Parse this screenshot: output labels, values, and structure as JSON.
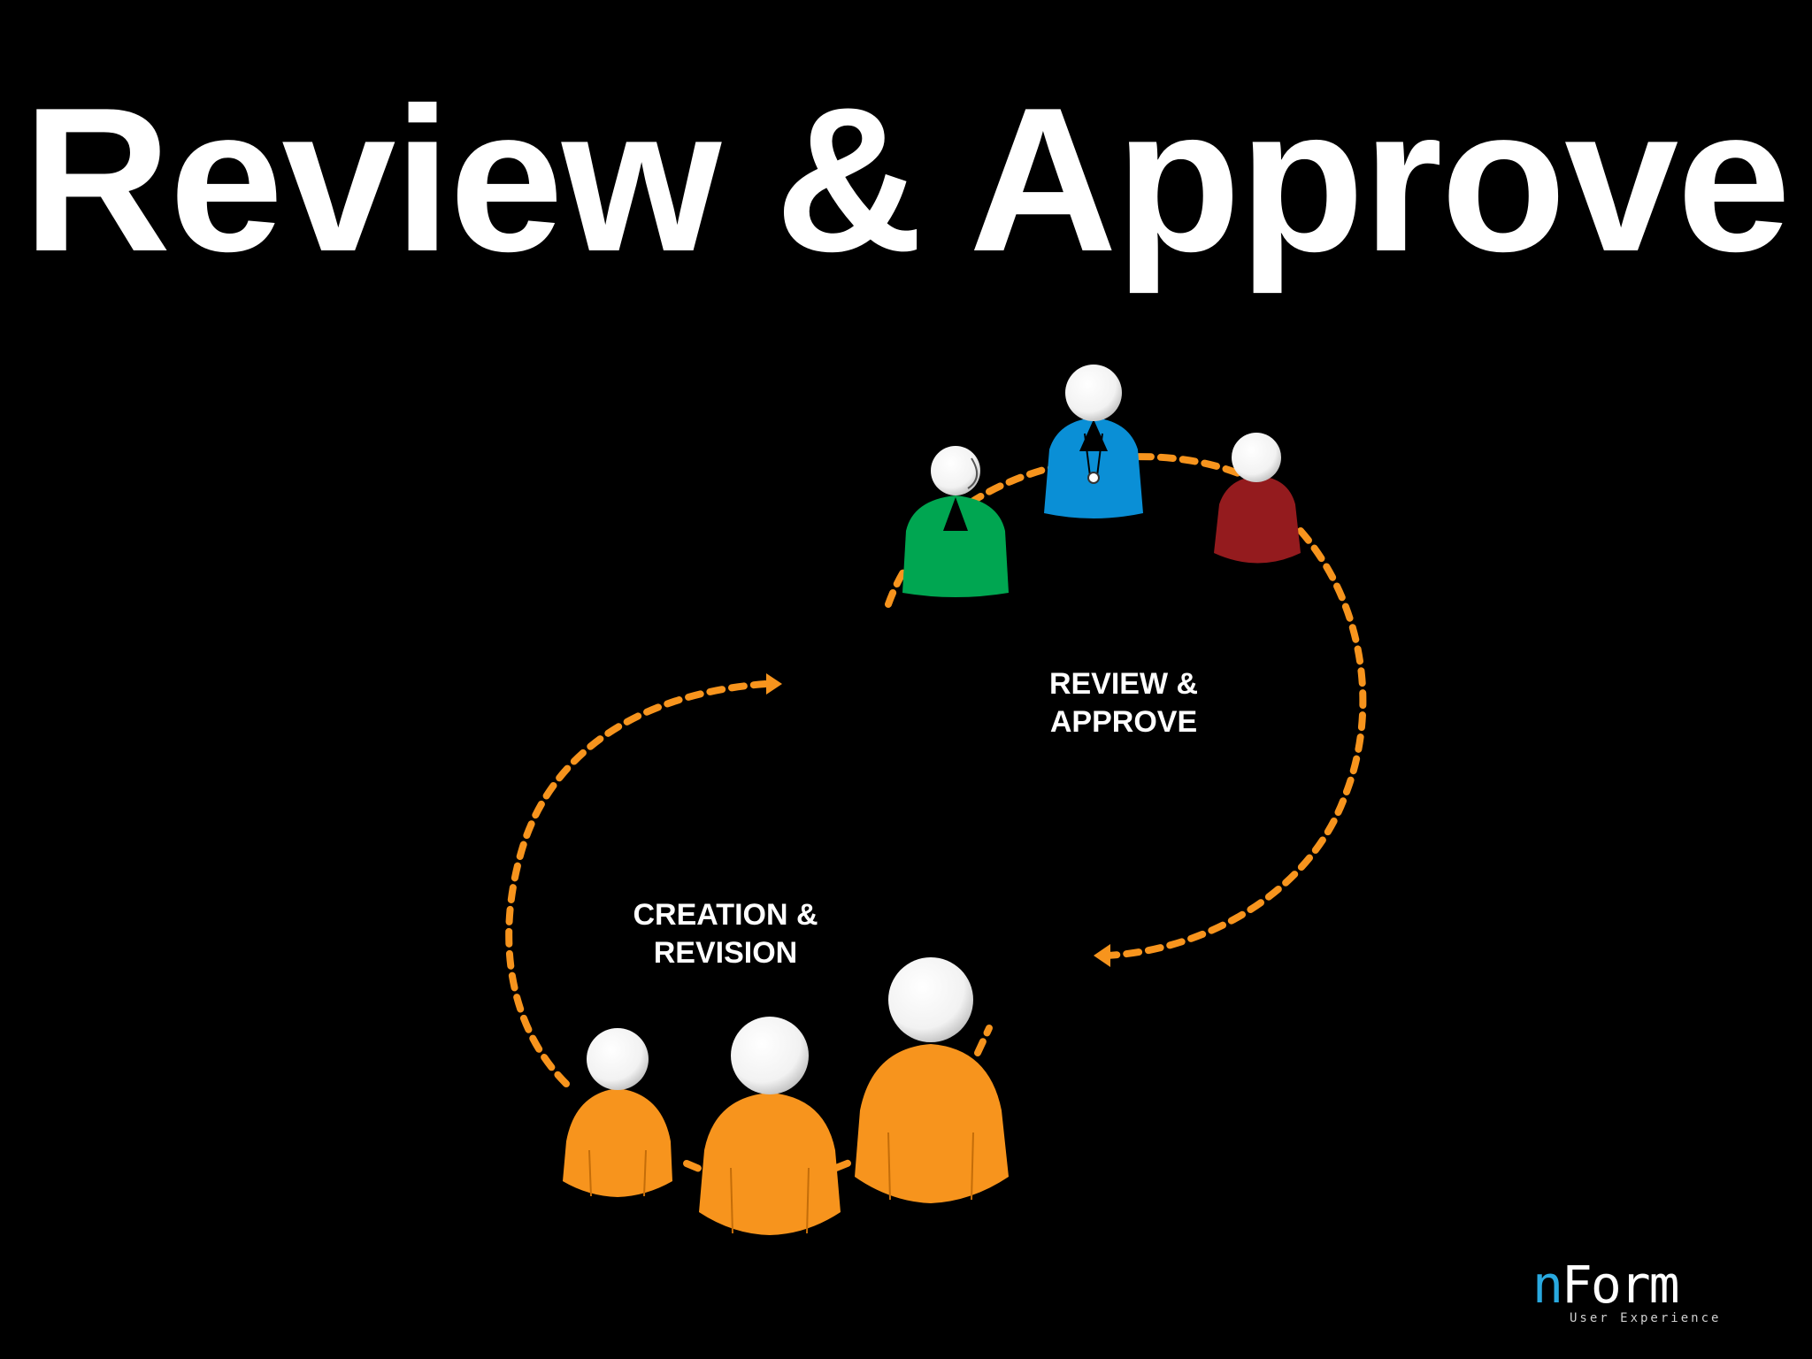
{
  "slide": {
    "title": "Review & Approve",
    "stages": {
      "review": "REVIEW &\nAPPROVE",
      "creation": "CREATION &\nREVISION"
    },
    "logo": {
      "brand_first": "n",
      "brand_rest": "Form",
      "subtitle": "User Experience"
    }
  },
  "colors": {
    "background": "#000000",
    "text": "#ffffff",
    "arrow": "#f7941d",
    "creator_figures": "#f7941d",
    "reviewer_green": "#00a651",
    "reviewer_blue": "#0a8fd6",
    "reviewer_red": "#941b1e",
    "logo_accent": "#29a9e0"
  },
  "icons": [
    "person-icon",
    "dashed-arrow"
  ]
}
